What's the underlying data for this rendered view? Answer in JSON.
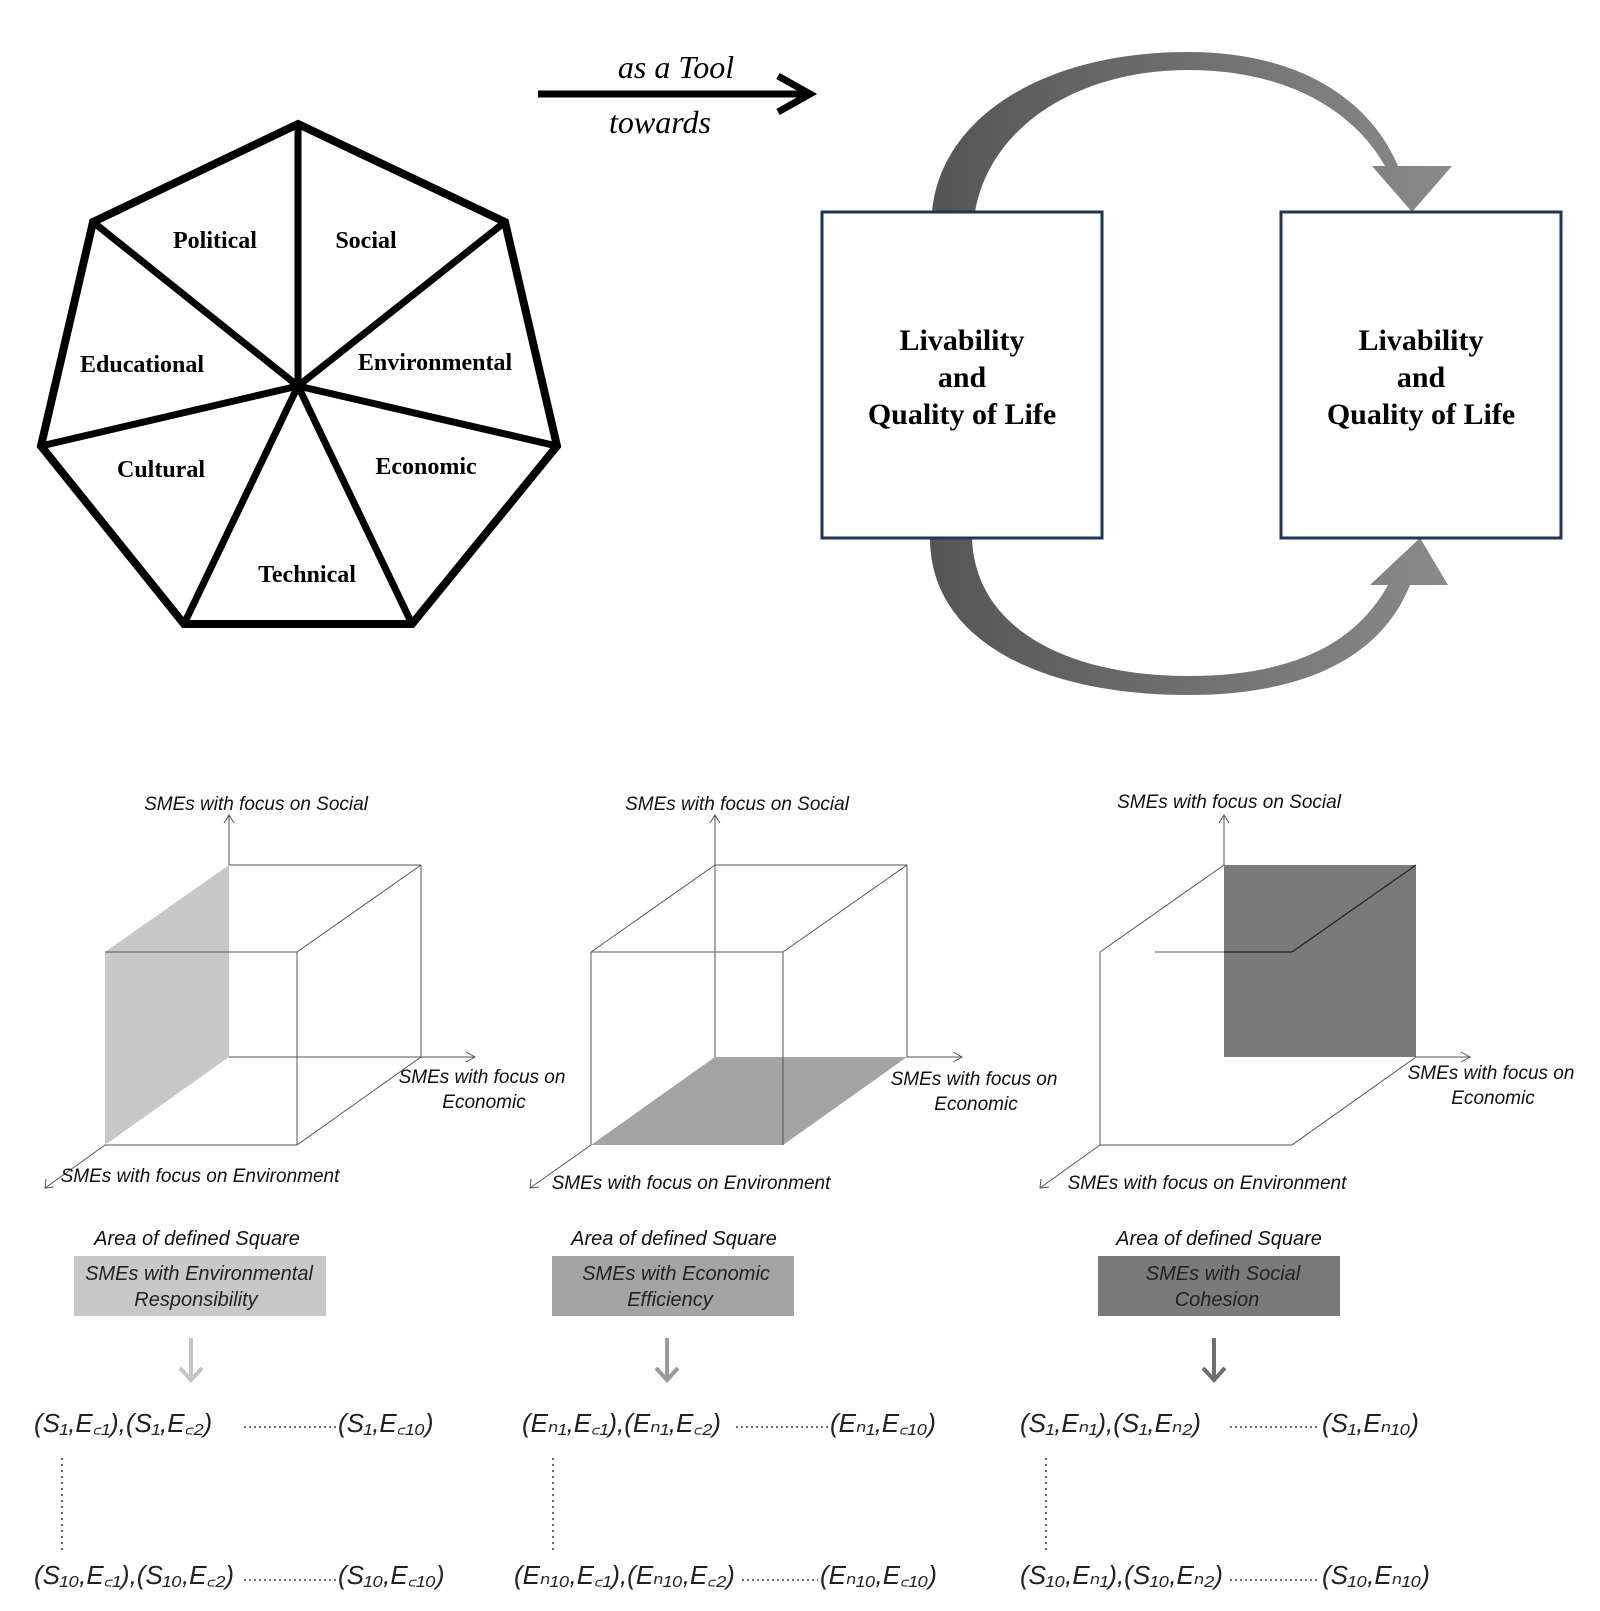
{
  "heptagon": {
    "segments": [
      "Political",
      "Social",
      "Environmental",
      "Economic",
      "Technical",
      "Cultural",
      "Educational"
    ]
  },
  "tool_arrow": {
    "top_text": "as a Tool",
    "bottom_text": "towards"
  },
  "cycle": {
    "box_left": {
      "line1": "Livability",
      "line2": "and",
      "line3": "Quality of Life"
    },
    "box_right": {
      "line1": "Livability",
      "line2": "and",
      "line3": "Quality of Life"
    }
  },
  "cubes": [
    {
      "axis_social": "SMEs with focus on Social",
      "axis_economic_1": "SMEs with focus on",
      "axis_economic_2": "Economic",
      "axis_environment": "SMEs with focus on Environment",
      "area_title": "Area of defined Square",
      "label_1": "SMEs with Environmental",
      "label_2": "Responsibility",
      "shade": "#c8c8c8",
      "pairs": [
        [
          "(S₁,E꜀₁),(S₁,E꜀₂)",
          "(S₁,E꜀₁₀)"
        ]
      ]
    },
    {
      "axis_social": "SMEs with focus on Social",
      "axis_economic_1": "SMEs with focus on",
      "axis_economic_2": "Economic",
      "axis_environment": "SMEs with focus on Environment",
      "area_title": "Area of defined Square",
      "label_1": "SMEs with Economic",
      "label_2": "Efficiency",
      "shade": "#a4a4a4"
    },
    {
      "axis_social": "SMEs with focus on Social",
      "axis_economic_1": "SMEs with focus on",
      "axis_economic_2": "Economic",
      "axis_environment": "SMEs with focus on Environment",
      "area_title": "Area of defined Square",
      "label_1": "SMEs with Social",
      "label_2": "Cohesion",
      "shade": "#7a7a7a"
    }
  ],
  "formulas": {
    "col1_top_a": "(S₁,E꜀₁),(S₁,E꜀₂)",
    "col1_top_b": "(S₁,E꜀₁₀)",
    "col1_bot_a": "(S₁₀,E꜀₁),(S₁₀,E꜀₂)",
    "col1_bot_b": "(S₁₀,E꜀₁₀)",
    "col2_top_a": "(Eₙ₁,E꜀₁),(Eₙ₁,E꜀₂)",
    "col2_top_b": "(Eₙ₁,E꜀₁₀)",
    "col2_bot_a": "(Eₙ₁₀,E꜀₁),(Eₙ₁₀,E꜀₂)",
    "col2_bot_b": "(Eₙ₁₀,E꜀₁₀)",
    "col3_top_a": "(S₁,Eₙ₁),(S₁,Eₙ₂)",
    "col3_top_b": "(S₁,Eₙ₁₀)",
    "col3_bot_a": "(S₁₀,Eₙ₁),(S₁₀,Eₙ₂)",
    "col3_bot_b": "(S₁₀,Eₙ₁₀)"
  },
  "colors": {
    "box_border": "#1f3554",
    "cycle_arrow": "#7f7f7f",
    "cycle_arrow_dark": "#5e5e5e"
  }
}
